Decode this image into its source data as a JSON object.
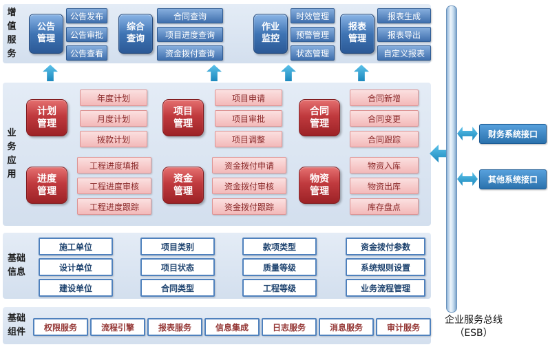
{
  "value_added": {
    "label": "增值服务",
    "groups": [
      {
        "title": "公告管理",
        "items": [
          "公告发布",
          "公告审批",
          "公告查看"
        ]
      },
      {
        "title": "综合查询",
        "items": [
          "合同查询",
          "项目进度查询",
          "资金拨付查询"
        ]
      },
      {
        "title": "作业监控",
        "items": [
          "时效管理",
          "预警管理",
          "状态管理"
        ]
      },
      {
        "title": "报表管理",
        "items": [
          "报表生成",
          "报表导出",
          "自定义报表"
        ]
      }
    ]
  },
  "business": {
    "label": "业务应用",
    "modules": [
      {
        "title": "计划管理",
        "items": [
          "年度计划",
          "月度计划",
          "拨款计划"
        ]
      },
      {
        "title": "项目管理",
        "items": [
          "项目申请",
          "项目审批",
          "项目调整"
        ]
      },
      {
        "title": "合同管理",
        "items": [
          "合同新增",
          "合同变更",
          "合同跟踪"
        ]
      },
      {
        "title": "进度管理",
        "items": [
          "工程进度填报",
          "工程进度审核",
          "工程进度跟踪"
        ]
      },
      {
        "title": "资金管理",
        "items": [
          "资金拨付申请",
          "资金拨付审核",
          "资金拨付跟踪"
        ]
      },
      {
        "title": "物资管理",
        "items": [
          "物资入库",
          "物资出库",
          "库存盘点"
        ]
      }
    ]
  },
  "basic_info": {
    "label": "基础信息",
    "columns": [
      {
        "items": [
          "施工单位",
          "设计单位",
          "建设单位"
        ]
      },
      {
        "items": [
          "项目类别",
          "项目状态",
          "合同类型"
        ]
      },
      {
        "items": [
          "款项类型",
          "质量等级",
          "工程等级"
        ]
      },
      {
        "items": [
          "资金拨付参数",
          "系统规则设置",
          "业务流程管理"
        ]
      }
    ]
  },
  "basic_components": {
    "label": "基础组件",
    "items": [
      "权限服务",
      "流程引擎",
      "报表服务",
      "信息集成",
      "日志服务",
      "消息服务",
      "审计服务"
    ]
  },
  "esb": {
    "title": "企业服务总线",
    "subtitle": "（ESB）",
    "interfaces": [
      "财务系统接口",
      "其他系统接口"
    ]
  },
  "colors": {
    "section_bg": "#dce6f2",
    "blue_button": "#3f74b4",
    "blue_item": "#4f81bd",
    "red_button": "#c03a3e",
    "pink_item": "#f3b9b9",
    "pink_text": "#8b2a2a",
    "info_border": "#4f81bd",
    "info_text": "#1f4470",
    "component_text": "#943634",
    "arrow": "#2fa3d6",
    "interface_bg": "#2b72ad"
  }
}
